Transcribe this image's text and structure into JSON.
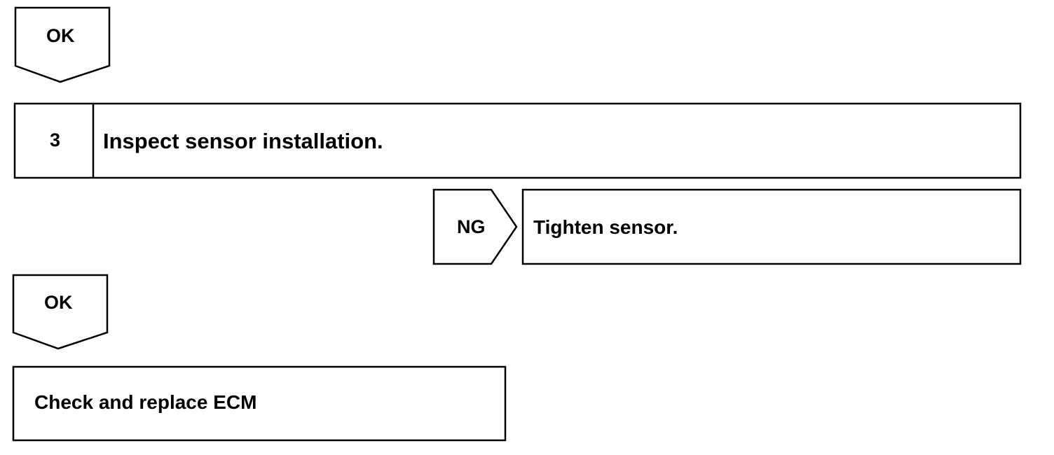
{
  "flow": {
    "ok_label_1": "OK",
    "step": {
      "number": "3",
      "text": "Inspect sensor installation."
    },
    "ng_branch": {
      "label": "NG",
      "action": "Tighten sensor."
    },
    "ok_label_2": "OK",
    "final_action": "Check and replace ECM"
  }
}
